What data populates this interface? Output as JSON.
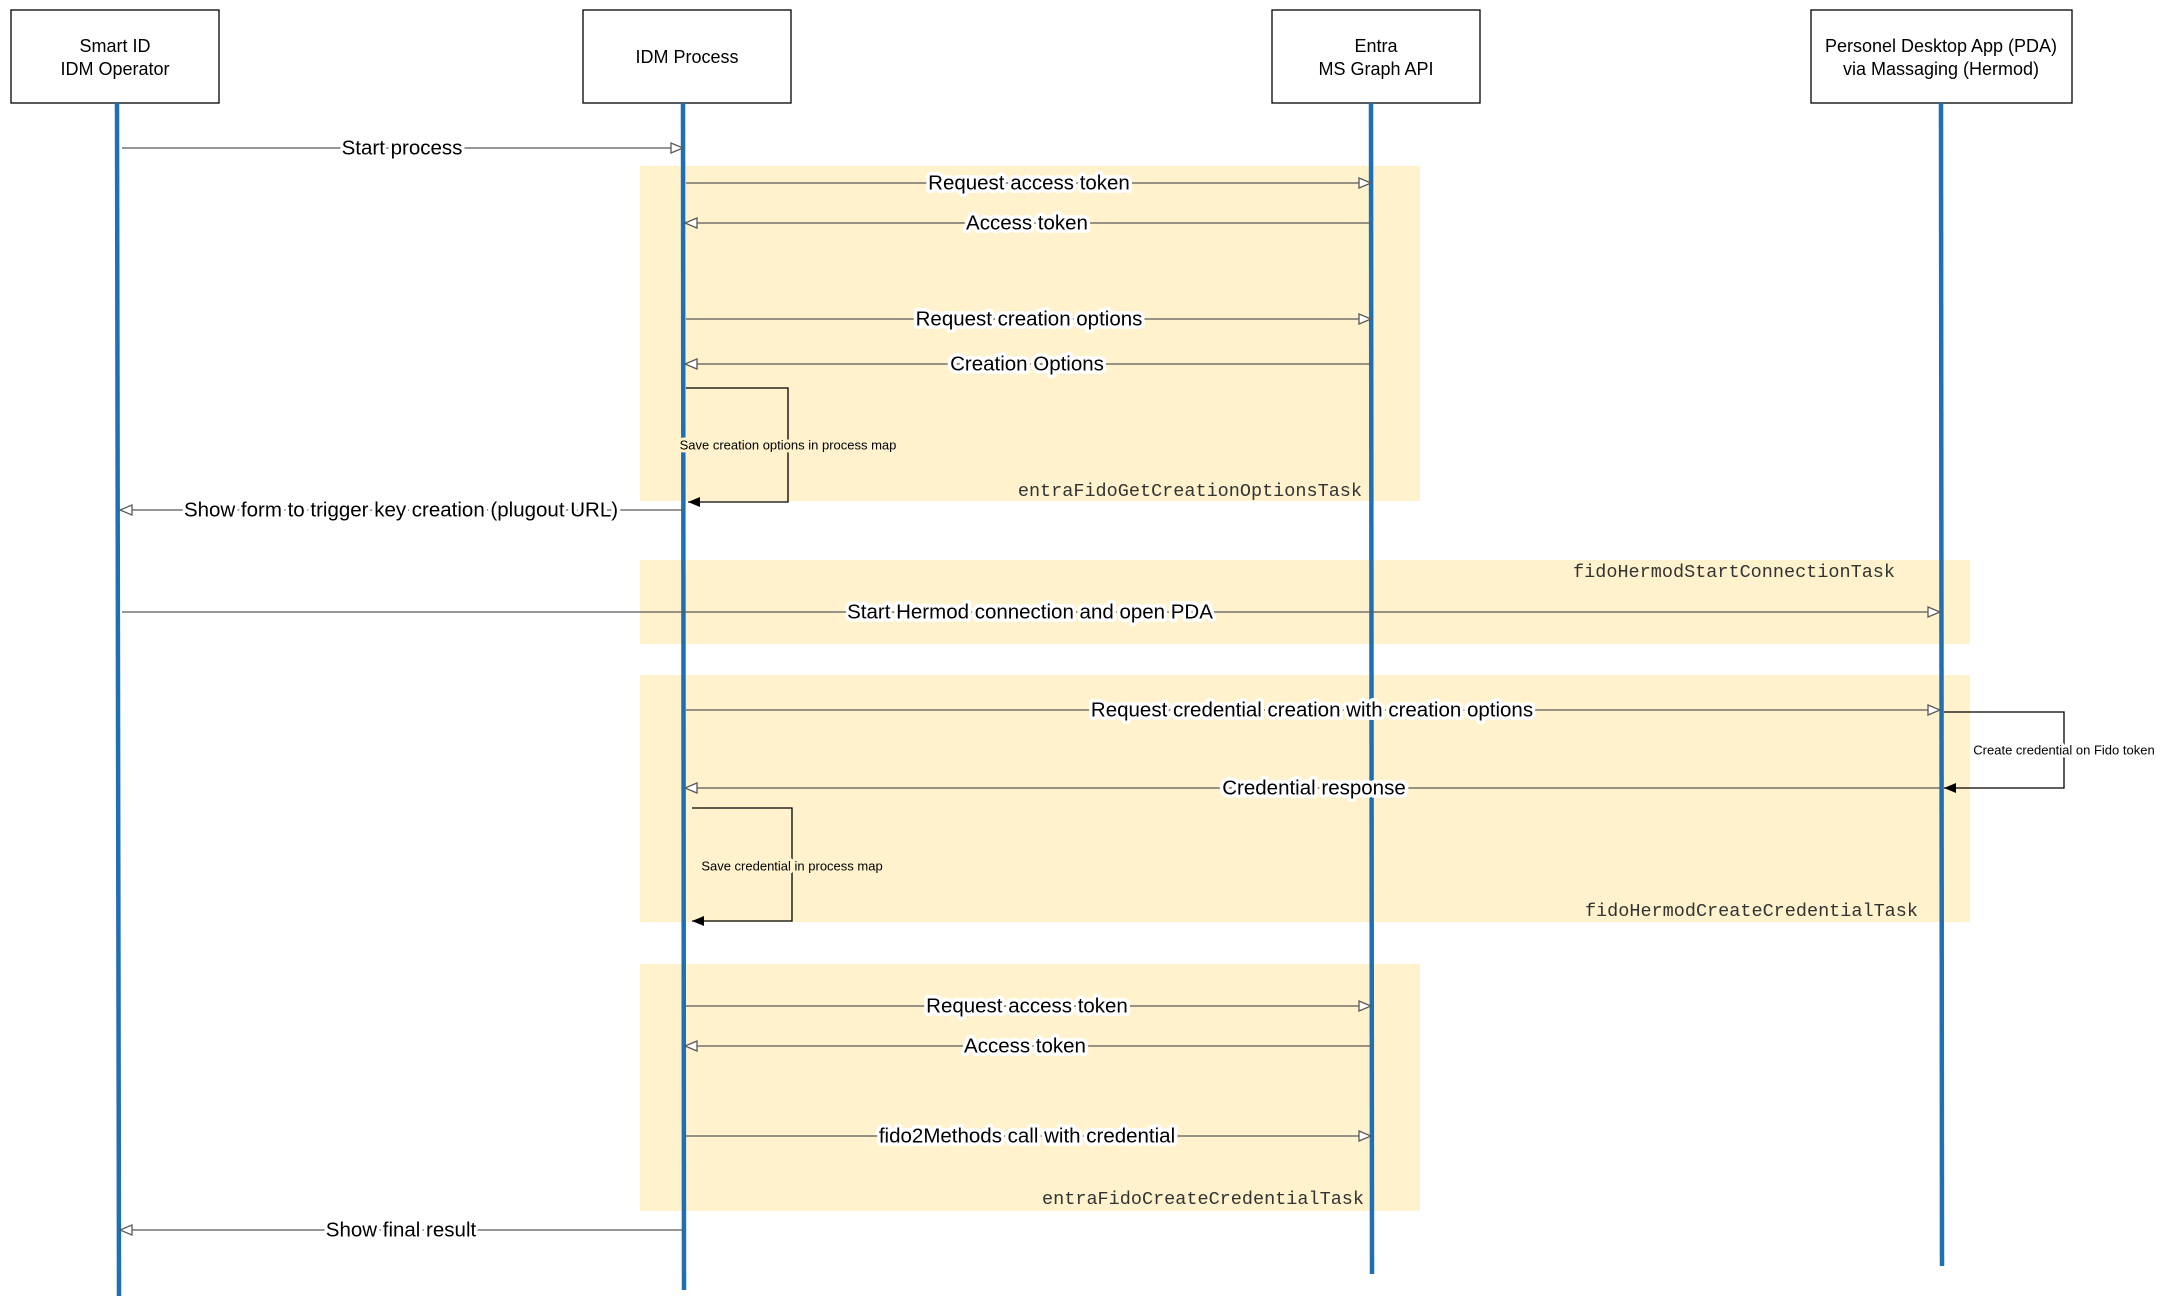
{
  "colors": {
    "lifeline": "#1f6fb5",
    "group_fill": "#fff2cc",
    "arrow": "#595959",
    "text": "#000000"
  },
  "actors": [
    {
      "id": "operator",
      "line1": "Smart ID",
      "line2": "IDM Operator"
    },
    {
      "id": "idm",
      "line1": "IDM Process",
      "line2": ""
    },
    {
      "id": "entra",
      "line1": "Entra",
      "line2": "MS Graph API"
    },
    {
      "id": "pda",
      "line1": "Personel Desktop App (PDA)",
      "line2": "via Massaging (Hermod)"
    }
  ],
  "groups": [
    {
      "id": "g1",
      "label": "entraFidoGetCreationOptionsTask"
    },
    {
      "id": "g2",
      "label": "fidoHermodStartConnectionTask"
    },
    {
      "id": "g3",
      "label": "fidoHermodCreateCredentialTask"
    },
    {
      "id": "g4",
      "label": "entraFidoCreateCredentialTask"
    }
  ],
  "messages": [
    {
      "id": "m1",
      "label": "Start process"
    },
    {
      "id": "m2",
      "label": "Request access token"
    },
    {
      "id": "m3",
      "label": "Access token"
    },
    {
      "id": "m4",
      "label": "Request creation options"
    },
    {
      "id": "m5",
      "label": "Creation Options"
    },
    {
      "id": "m6",
      "label": "Save creation options in process map"
    },
    {
      "id": "m7",
      "label": "Show form to trigger key creation (plugout URL)"
    },
    {
      "id": "m8",
      "label": "Start Hermod connection and open PDA"
    },
    {
      "id": "m9",
      "label": "Request credential creation with creation options"
    },
    {
      "id": "m10",
      "label": "Create credential on Fido token"
    },
    {
      "id": "m11",
      "label": "Credential response"
    },
    {
      "id": "m12",
      "label": "Save credential in process map"
    },
    {
      "id": "m13",
      "label": "Request access token"
    },
    {
      "id": "m14",
      "label": "Access token"
    },
    {
      "id": "m15",
      "label": "fido2Methods call with credential"
    },
    {
      "id": "m16",
      "label": "Show final result"
    }
  ]
}
